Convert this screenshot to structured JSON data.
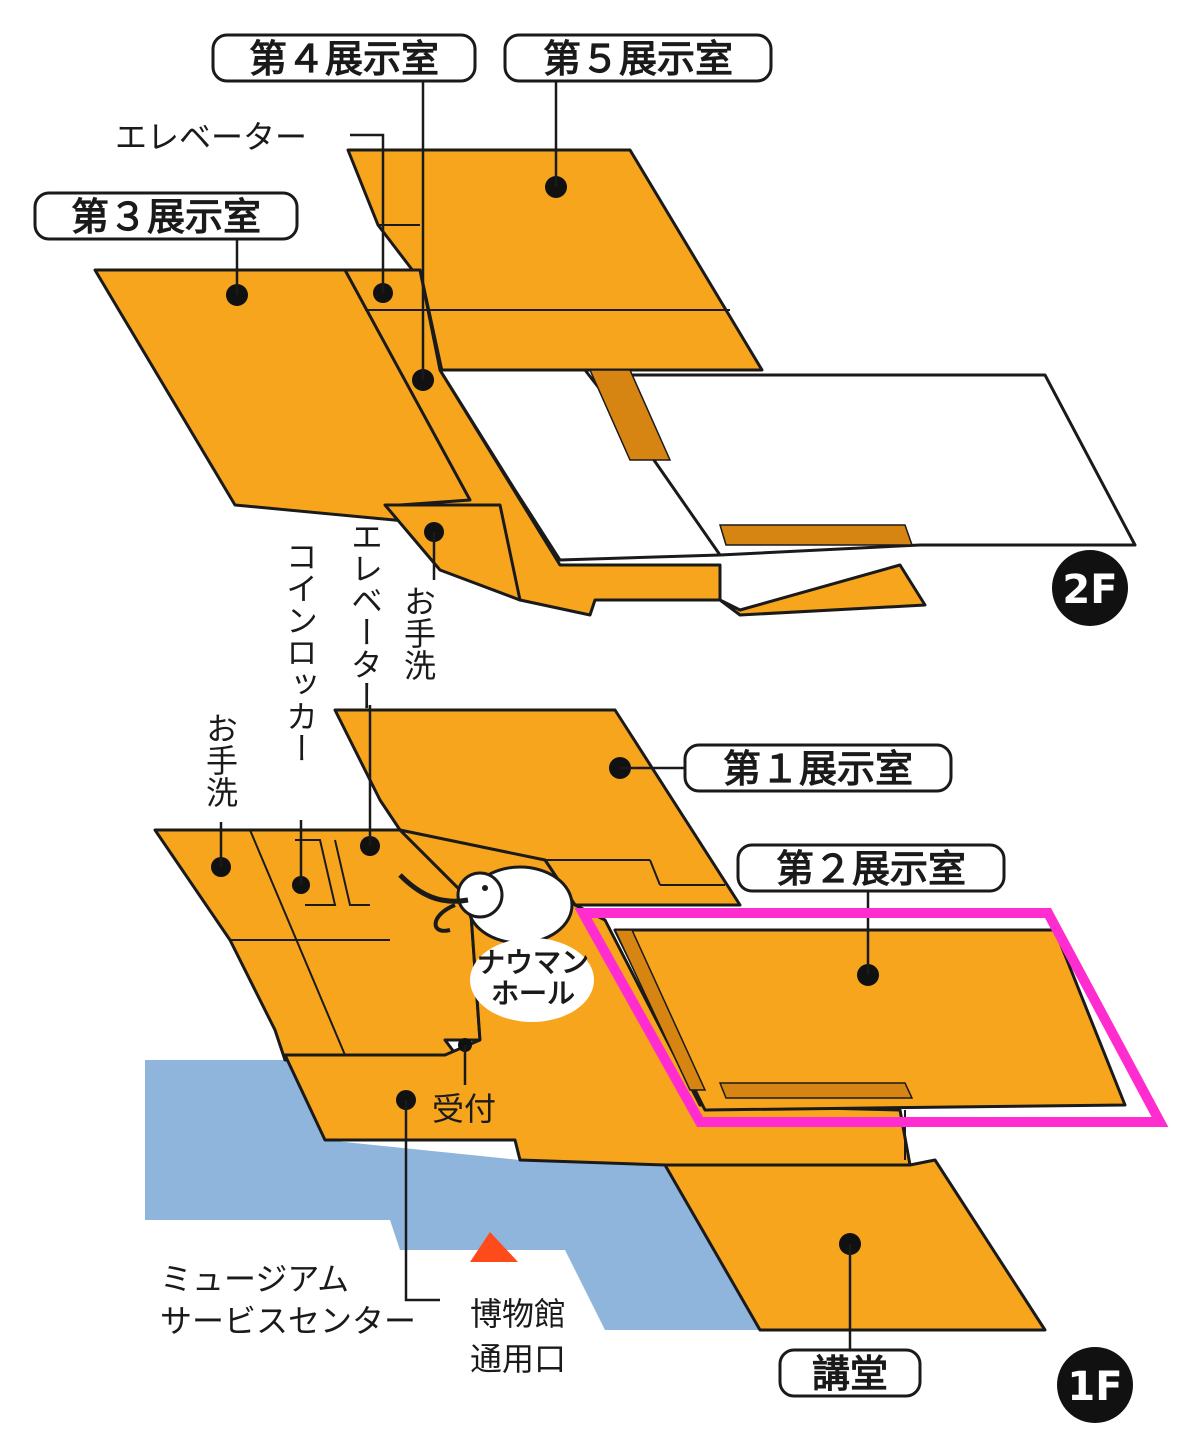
{
  "labels": {
    "room3": "第３展示室",
    "room4": "第４展示室",
    "room5": "第５展示室",
    "room1": "第１展示室",
    "room2": "第２展示室",
    "auditorium": "講堂",
    "elevator_2f": "エレベーター",
    "elevator_1f": "エレベーター",
    "coin_locker": "コインロッカー",
    "toilet_2f": "お手洗",
    "toilet_1f": "お手洗",
    "reception": "受付",
    "museum_service_line1": "ミュージアム",
    "museum_service_line2": "サービスセンター",
    "entrance_line1": "博物館",
    "entrance_line2": "通用口",
    "hall_line1": "ナウマン",
    "hall_line2": "ホール",
    "floor_2f": "2F",
    "floor_1f": "1F"
  },
  "colors": {
    "room_fill": "#f7a51d",
    "water": "#8fb5dc",
    "highlight": "#ff2dcf",
    "entrance_marker": "#ff4a1a"
  },
  "highlighted_room": "第２展示室"
}
